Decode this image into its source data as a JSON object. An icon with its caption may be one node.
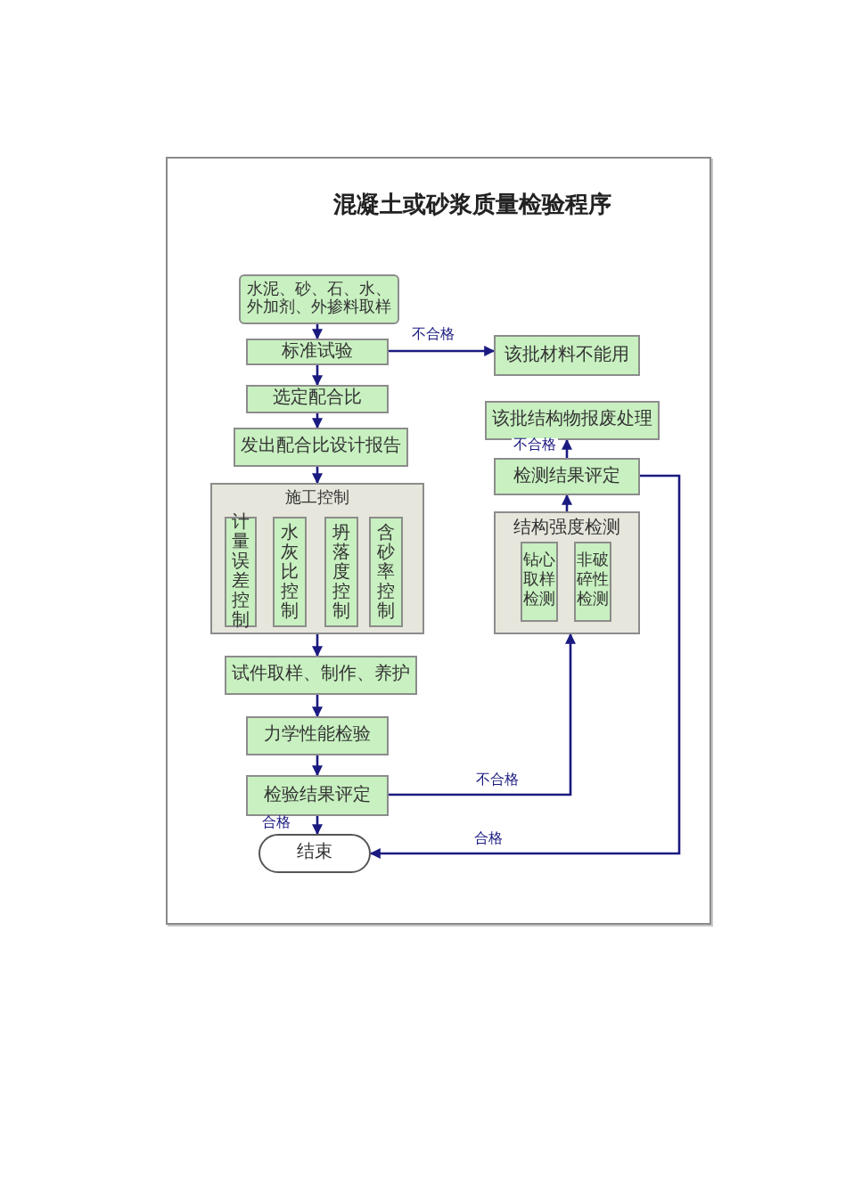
{
  "diagram": {
    "title": "混凝土或砂浆质量检验程序",
    "nodes": [
      {
        "text": [
          "水泥、砂、石、水、外加剂、外掺料取样"
        ]
      },
      {
        "text": [
          "标准试验"
        ]
      },
      {
        "text": [
          "选定配合比"
        ]
      },
      {
        "text": [
          "发出配合比设计报告"
        ]
      },
      {
        "text": [
          "施工控制"
        ]
      },
      {
        "text": [
          "计量误差控制"
        ],
        "in": 4
      },
      {
        "text": [
          "水灰比控制"
        ],
        "in": 4
      },
      {
        "text": [
          "坍落度控制"
        ],
        "in": 4
      },
      {
        "text": [
          "含砂率控制"
        ],
        "in": 4
      },
      {
        "text": [
          "试件取样、制作、养护"
        ]
      },
      {
        "text": [
          "力学性能检验"
        ]
      },
      {
        "text": [
          "检验结果评定"
        ]
      },
      {
        "text": [
          "结束"
        ]
      },
      {
        "text": [
          "该批材料不能用"
        ]
      },
      {
        "text": [
          "该批结构物报废处理"
        ]
      },
      {
        "text": [
          "检测结果评定"
        ]
      },
      {
        "text": [
          "结构强度检测"
        ]
      },
      {
        "text": [
          "钻心取样检测"
        ],
        "in": 16
      },
      {
        "text": [
          "非破碎性检测"
        ],
        "in": 16
      }
    ],
    "edges": [
      {
        "from": 0,
        "to": 1,
        "arrow": "to"
      },
      {
        "from": 1,
        "to": 2,
        "arrow": "to"
      },
      {
        "from": 2,
        "to": 3,
        "arrow": "to"
      },
      {
        "from": 3,
        "to": 4,
        "arrow": "to"
      },
      {
        "from": 4,
        "to": 9,
        "arrow": "to"
      },
      {
        "from": 9,
        "to": 10,
        "arrow": "to"
      },
      {
        "from": 10,
        "to": 11,
        "arrow": "to"
      },
      {
        "from": 11,
        "to": 12,
        "arrow": "to",
        "label": "合格"
      },
      {
        "from": 1,
        "to": 13,
        "arrow": "to",
        "label": "不合格"
      },
      {
        "from": 15,
        "to": 14,
        "arrow": "to",
        "label": "不合格"
      },
      {
        "from": 16,
        "to": 15,
        "arrow": "to"
      },
      {
        "from": 11,
        "to": 16,
        "arrow": "to",
        "label": "不合格"
      },
      {
        "from": 15,
        "to": 12,
        "arrow": "to",
        "label": "合格"
      }
    ]
  }
}
